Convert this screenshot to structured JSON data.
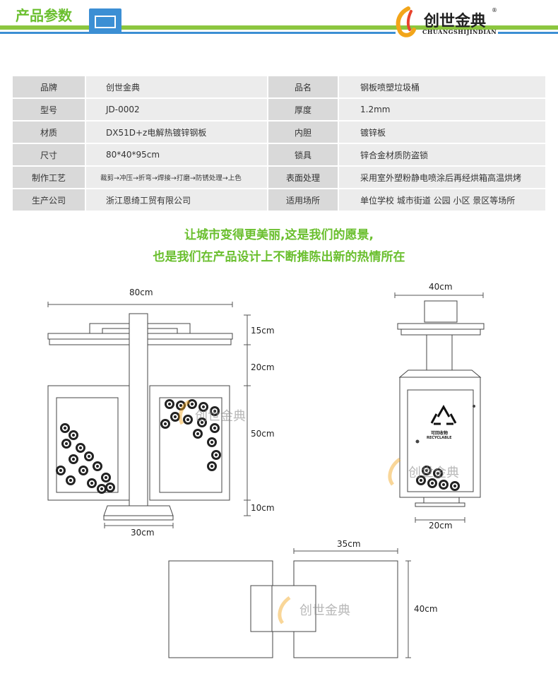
{
  "header": {
    "title": "产品参数"
  },
  "logo": {
    "name": "创世金典",
    "sub": "CHUANGSHIJINDIAN",
    "reg": "®"
  },
  "specs": [
    [
      "品牌",
      "创世金典",
      "品名",
      "钢板喷塑垃圾桶"
    ],
    [
      "型号",
      "JD-0002",
      "厚度",
      "1.2mm"
    ],
    [
      "材质",
      "DX51D+z电解热镀锌钢板",
      "内胆",
      "镀锌板"
    ],
    [
      "尺寸",
      "80*40*95cm",
      "锁具",
      "锌合金材质防盗锁"
    ],
    [
      "制作工艺",
      "裁剪→冲压→折弯→焊接→打磨→防锈处理→上色",
      "表面处理",
      "采用室外塑粉静电喷涂后再经烘箱高温烘烤"
    ],
    [
      "生产公司",
      "浙江恩绮工贸有限公司",
      "适用场所",
      "单位学校  城市街道  公园  小区  景区等场所"
    ]
  ],
  "slogan": {
    "line1": "让城市变得更美丽,这是我们的愿景,",
    "line2": "也是我们在产品设计上不断推陈出新的热情所在"
  },
  "dims": {
    "front_width": "80cm",
    "h1": "15cm",
    "h2": "20cm",
    "h3": "50cm",
    "h4": "10cm",
    "base": "30cm",
    "side_width": "40cm",
    "side_base": "20cm",
    "top_width": "35cm",
    "top_depth": "40cm"
  },
  "bin_label": {
    "cn": "可回收物",
    "en": "RECYCLABLE"
  },
  "colors": {
    "green": "#6abf2e",
    "blue": "#3c8fd4",
    "line": "#8cc63f"
  }
}
